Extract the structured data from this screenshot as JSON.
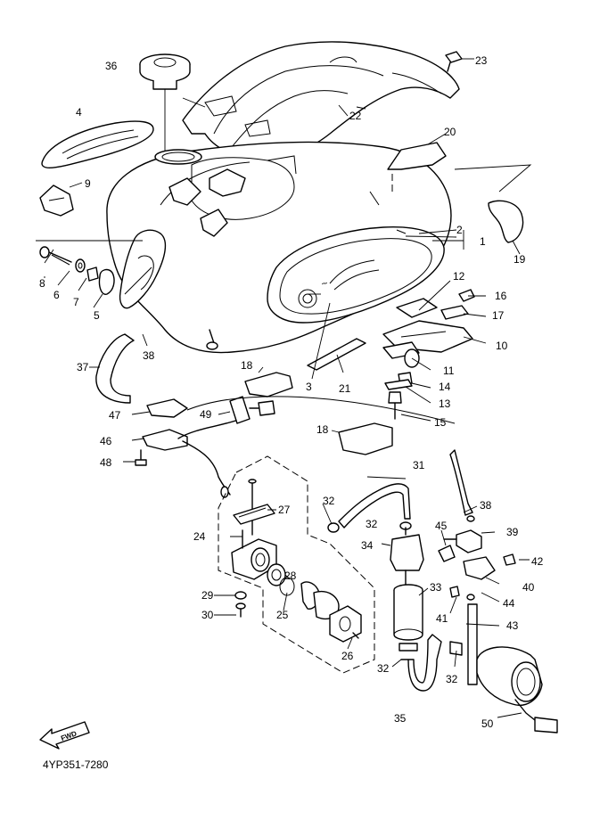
{
  "drawing": {
    "catalog_code": "4YP351-7280",
    "fwd_label": "FWD"
  },
  "callouts": {
    "c1": "1",
    "c2": "2",
    "c3": "3",
    "c4": "4",
    "c5": "5",
    "c6": "6",
    "c7": "7",
    "c8": "8",
    "c9": "9",
    "c10": "10",
    "c11": "11",
    "c12": "12",
    "c13": "13",
    "c14": "14",
    "c15": "15",
    "c16": "16",
    "c17": "17",
    "c18a": "18",
    "c18b": "18",
    "c19": "19",
    "c20": "20",
    "c21": "21",
    "c22": "22",
    "c23": "23",
    "c24": "24",
    "c25": "25",
    "c26": "26",
    "c27": "27",
    "c28": "28",
    "c29": "29",
    "c30": "30",
    "c31": "31",
    "c32a": "32",
    "c32b": "32",
    "c32c": "32",
    "c32d": "32",
    "c33": "33",
    "c34": "34",
    "c35": "35",
    "c36": "36",
    "c37": "37",
    "c38a": "38",
    "c38b": "38",
    "c39": "39",
    "c40": "40",
    "c41": "41",
    "c42": "42",
    "c43": "43",
    "c44": "44",
    "c45": "45",
    "c46": "46",
    "c47": "47",
    "c48": "48",
    "c49": "49",
    "c50": "50"
  }
}
